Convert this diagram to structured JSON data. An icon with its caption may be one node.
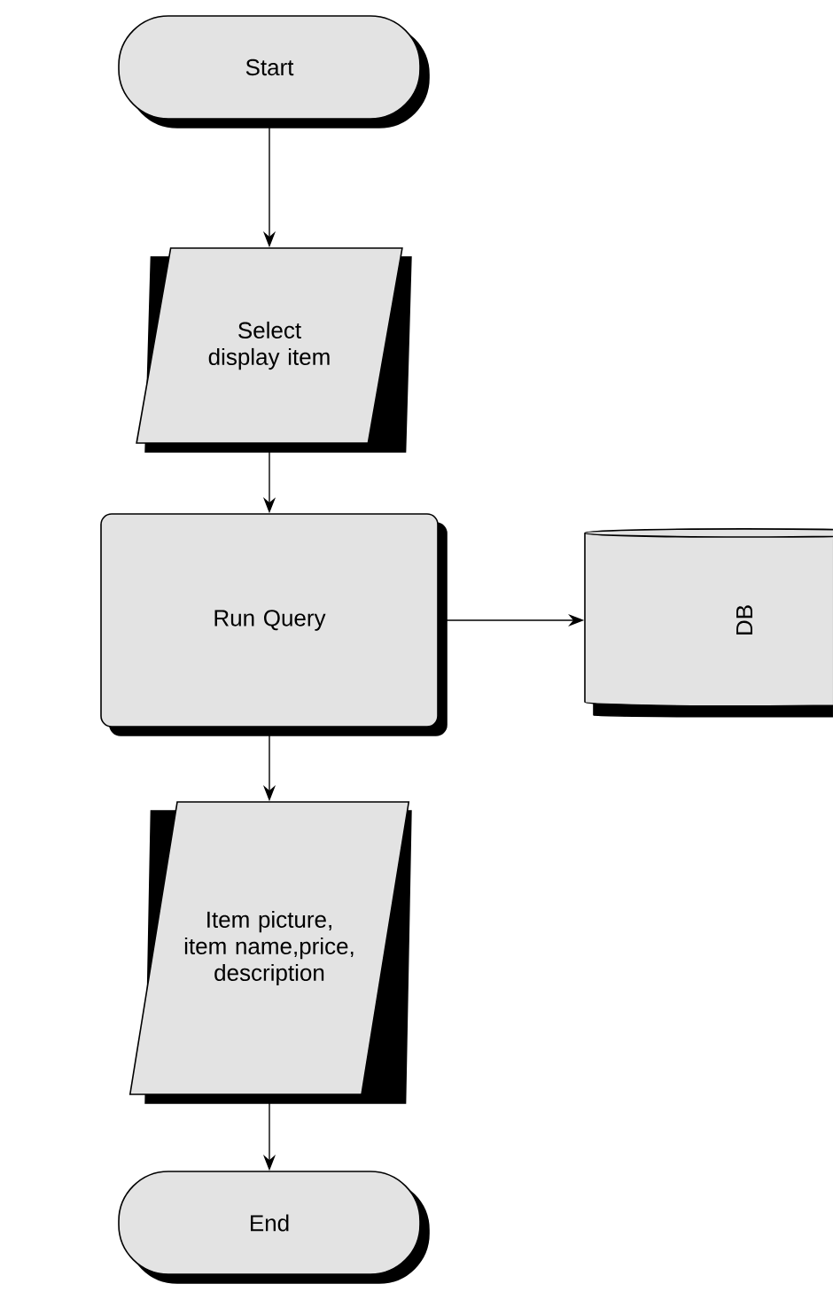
{
  "diagram": {
    "nodes": [
      {
        "text": [
          "Start"
        ]
      },
      {
        "text": [
          "Select display item"
        ]
      },
      {
        "text": [
          "Run Query"
        ]
      },
      {
        "text": [
          "DB"
        ]
      },
      {
        "text": [
          "Item picture, item name,price, description"
        ]
      },
      {
        "text": [
          "End"
        ]
      }
    ],
    "edges": [
      {
        "from": 0,
        "to": 1,
        "arrow": "to"
      },
      {
        "from": 1,
        "to": 2,
        "arrow": "to"
      },
      {
        "from": 2,
        "to": 3,
        "arrow": "to"
      },
      {
        "from": 2,
        "to": 4,
        "arrow": "to"
      },
      {
        "from": 4,
        "to": 5,
        "arrow": "to"
      }
    ]
  }
}
